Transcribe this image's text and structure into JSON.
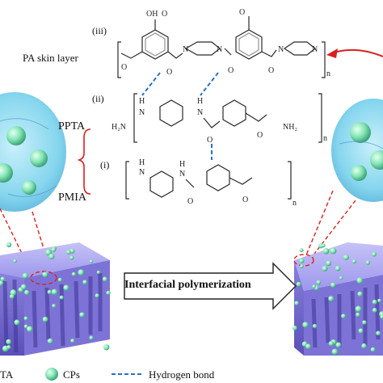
{
  "labels": {
    "iii": "(iii)",
    "ii": "(ii)",
    "i": "(i)",
    "pa_skin_layer": "PA skin layer",
    "ppta": "PPTA",
    "pmia": "PMIA",
    "arrow_text": "Interfacial polymerization",
    "legend_left_cut": "TA",
    "legend_cps": "CPs",
    "legend_hbond": "Hydrogen bond"
  },
  "atoms": {
    "oh": "OH",
    "o": "O",
    "n": "N",
    "h": "H",
    "n_sub": "n",
    "h2n": "H₂N",
    "nh2": "NH₂"
  },
  "colors": {
    "membrane_top": "#a9a6f0",
    "membrane_side": "#6f64c9",
    "cps_green": "#7fe3b0",
    "hbond_blue": "#2a6fc9",
    "red_accent": "#d92020",
    "bubble_fill": "#8fd9f0"
  },
  "icons": {
    "arrow": "hollow-right-arrow",
    "cp_sphere": "green-sphere",
    "hbond_line": "dashed-blue-line"
  }
}
